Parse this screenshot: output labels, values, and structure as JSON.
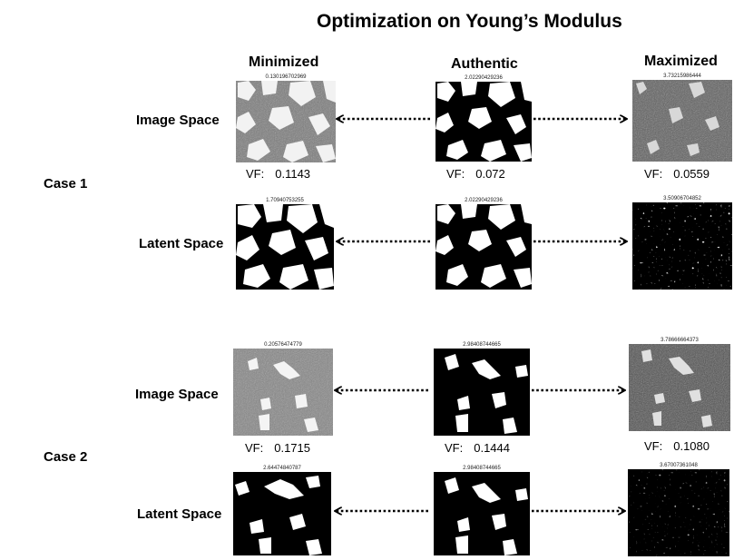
{
  "title": "Optimization on Young’s Modulus",
  "columns": {
    "minimized": "Minimized",
    "authentic": "Authentic",
    "maximized": "Maximized"
  },
  "rows": {
    "image_space": "Image Space",
    "latent_space": "Latent Space"
  },
  "cases": [
    {
      "label": "Case 1",
      "image": {
        "min": {
          "value": "0.130196702969",
          "vf": "0.1143"
        },
        "auth": {
          "value": "2.02290429236",
          "vf": "0.072"
        },
        "max": {
          "value": "3.73215986444",
          "vf": "0.0559"
        }
      },
      "latent": {
        "min": {
          "value": "1.70940753255"
        },
        "auth": {
          "value": "2.02290429236"
        },
        "max": {
          "value": "3.50906704852"
        }
      }
    },
    {
      "label": "Case 2",
      "image": {
        "min": {
          "value": "0.20576474779",
          "vf": "0.1715"
        },
        "auth": {
          "value": "2.98408744665",
          "vf": "0.1444"
        },
        "max": {
          "value": "3.78666664373",
          "vf": "0.1080"
        }
      },
      "latent": {
        "min": {
          "value": "2.64474840787"
        },
        "auth": {
          "value": "2.98408744665"
        },
        "max": {
          "value": "3.67007361048"
        }
      }
    }
  ],
  "vf_label": "VF:"
}
